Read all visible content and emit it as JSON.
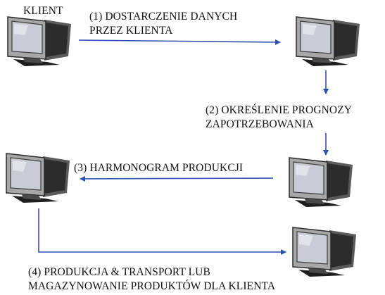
{
  "client_label": "KLIENT",
  "steps": [
    {
      "lines": [
        "(1) DOSTARCZENIE DANYCH",
        "PRZEZ KLIENTA"
      ]
    },
    {
      "lines": [
        "(2) OKREŚLENIE PROGNOZY",
        "ZAPOTRZEBOWANIA"
      ]
    },
    {
      "lines": [
        "(3) HARMONOGRAM PRODUKCJI"
      ]
    },
    {
      "lines": [
        "(4) PRODUKCJA & TRANSPORT LUB",
        "MAGAZYNOWANIE PRODUKTÓW DLA KLIENTA"
      ]
    }
  ],
  "colors": {
    "arrow": "#2f4fb3",
    "monitor_shell": "#9a9a9a",
    "monitor_dark": "#2a2a2a",
    "screen": "#c9ccd4",
    "text": "#111111"
  },
  "icons": [
    "computer-monitor-icon"
  ]
}
